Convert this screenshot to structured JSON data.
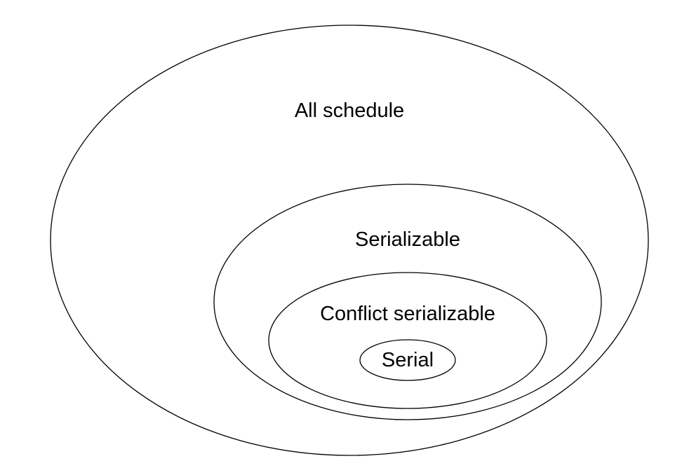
{
  "diagram": {
    "sets": [
      {
        "id": "all",
        "label": "All schedule"
      },
      {
        "id": "serializable",
        "label": "Serializable"
      },
      {
        "id": "conflict",
        "label": "Conflict serializable"
      },
      {
        "id": "serial",
        "label": "Serial"
      }
    ]
  },
  "colors": {
    "background": "#ffffff",
    "stroke": "#000000",
    "text": "#000000"
  }
}
